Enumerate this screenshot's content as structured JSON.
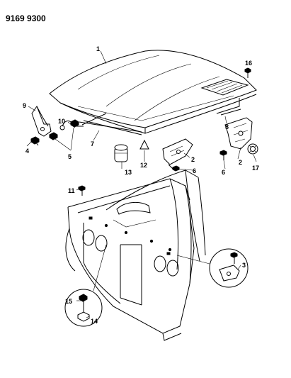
{
  "header": {
    "code": "9169 9300"
  },
  "callouts": [
    {
      "id": "c1",
      "text": "1"
    },
    {
      "id": "c2a",
      "text": "2"
    },
    {
      "id": "c2b",
      "text": "2"
    },
    {
      "id": "c3",
      "text": "3"
    },
    {
      "id": "c4",
      "text": "4"
    },
    {
      "id": "c5",
      "text": "5"
    },
    {
      "id": "c6a",
      "text": "6"
    },
    {
      "id": "c6b",
      "text": "6"
    },
    {
      "id": "c7",
      "text": "7"
    },
    {
      "id": "c8",
      "text": "8"
    },
    {
      "id": "c9",
      "text": "9"
    },
    {
      "id": "c10",
      "text": "10"
    },
    {
      "id": "c11",
      "text": "11"
    },
    {
      "id": "c12",
      "text": "12"
    },
    {
      "id": "c13",
      "text": "13"
    },
    {
      "id": "c14",
      "text": "14"
    },
    {
      "id": "c15",
      "text": "15"
    },
    {
      "id": "c16",
      "text": "16"
    },
    {
      "id": "c17",
      "text": "17"
    }
  ]
}
